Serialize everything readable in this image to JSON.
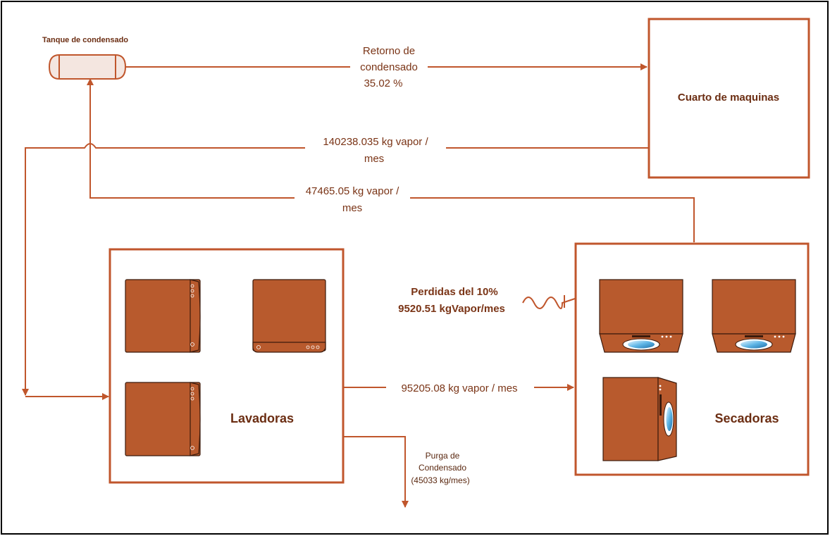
{
  "tanque": {
    "label": "Tanque de condensado"
  },
  "cuarto": {
    "label": "Cuarto de maquinas"
  },
  "lavadoras": {
    "label": "Lavadoras"
  },
  "secadoras": {
    "label": "Secadoras"
  },
  "flows": {
    "retorno_line1": "Retorno de",
    "retorno_line2": "condensado",
    "retorno_line3": "35.02 %",
    "vapor_total_line1": "140238.035 kg vapor /",
    "vapor_total_line2": "mes",
    "vapor_secadoras_line1": "47465.05 kg vapor /",
    "vapor_secadoras_line2": "mes",
    "lav_to_sec": "95205.08 kg vapor / mes"
  },
  "perdidas": {
    "line1": "Perdidas del 10%",
    "line2": "9520.51 kgVapor/mes"
  },
  "purga": {
    "line1": "Purga de",
    "line2": "Condensado",
    "line3": "(45033 kg/mes)"
  },
  "colors": {
    "accent": "#c0562c",
    "machine": "#b85a2d",
    "text": "#7a3416"
  }
}
